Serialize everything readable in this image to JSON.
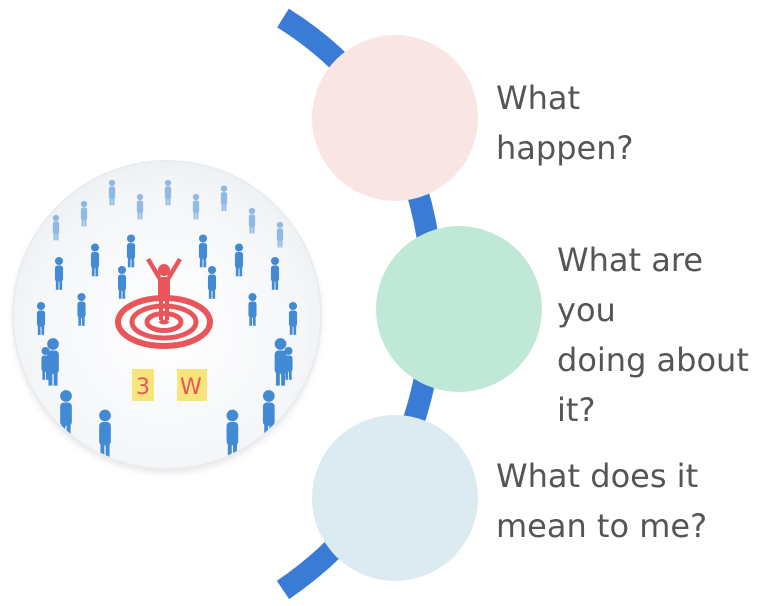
{
  "colors": {
    "arc": "#3a7bd5",
    "person": "#2f7fd0",
    "target_red": "#e8565b",
    "badge_bg": "#f6e16b",
    "circle_1": "#f9e6e4",
    "circle_2": "#bfe9d6",
    "circle_3": "#dcebf1",
    "text": "#555555"
  },
  "badge": {
    "number": "3",
    "letter": "W"
  },
  "icons": {
    "crowd": "crowd-icon",
    "target": "target-icon",
    "leader": "raised-arms-person-icon"
  },
  "steps": [
    {
      "label": "What\nhappen?"
    },
    {
      "label": "What are you\ndoing about\nit?"
    },
    {
      "label": "What does it\nmean to me?"
    }
  ]
}
